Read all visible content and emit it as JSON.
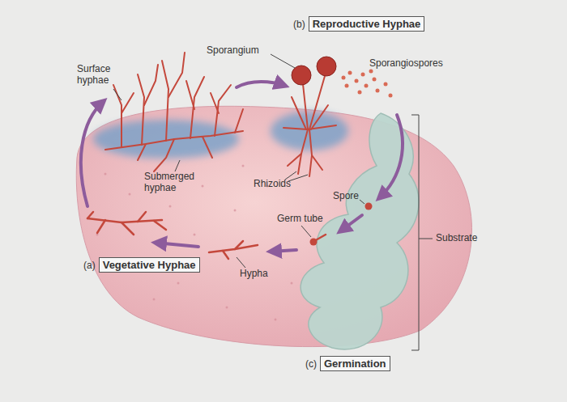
{
  "diagram": {
    "nodes": [
      {
        "text": [
          "(b)",
          "Reproductive Hyphae"
        ]
      },
      {
        "text": [
          "(a)",
          "Vegetative Hyphae"
        ]
      },
      {
        "text": [
          "(c)",
          "Germination"
        ]
      }
    ],
    "labels": [
      "Sporangium",
      "Surface hyphae",
      "Sporangiospores",
      "Submerged hyphae",
      "Rhizoids",
      "Spore",
      "Germ tube",
      "Substrate",
      "Hypha"
    ]
  }
}
